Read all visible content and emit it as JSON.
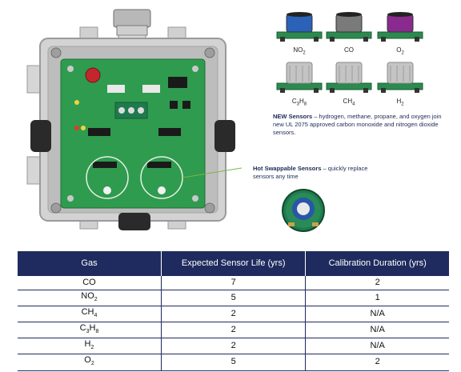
{
  "captions": {
    "new_title": "NEW Sensors",
    "new_text": " – hydrogen, methane, propane, and oxygen join new UL 2075 approved carbon monoxide and nitrogen dioxide sensors.",
    "hot_title": "Hot Swappable Sensors",
    "hot_text": " – quickly replace sensors any time"
  },
  "sensors": [
    {
      "base": "NO",
      "sub": "2",
      "cap_color": "#2a62b8"
    },
    {
      "base": "CO",
      "sub": "",
      "cap_color": "#7a7a7a"
    },
    {
      "base": "O",
      "sub": "2",
      "cap_color": "#8a2a8e"
    },
    {
      "base": "C",
      "sub": "3",
      "base2": "H",
      "sub2": "8",
      "cap_color": "#b9b9b9"
    },
    {
      "base": "CH",
      "sub": "4",
      "cap_color": "#b9b9b9"
    },
    {
      "base": "H",
      "sub": "2",
      "cap_color": "#b9b9b9"
    }
  ],
  "table": {
    "headers": [
      "Gas",
      "Expected Sensor Life (yrs)",
      "Calibration Duration (yrs)"
    ],
    "rows": [
      {
        "gas": "CO",
        "gas_sub": "",
        "life": "7",
        "cal": "2"
      },
      {
        "gas": "NO",
        "gas_sub": "2",
        "life": "5",
        "cal": "1"
      },
      {
        "gas": "CH",
        "gas_sub": "4",
        "life": "2",
        "cal": "N/A"
      },
      {
        "gas": "C",
        "gas_sub": "3",
        "gas2": "H",
        "gas2_sub": "8",
        "life": "2",
        "cal": "N/A"
      },
      {
        "gas": "H",
        "gas_sub": "2",
        "life": "2",
        "cal": "N/A"
      },
      {
        "gas": "O",
        "gas_sub": "2",
        "life": "5",
        "cal": "2"
      }
    ]
  }
}
